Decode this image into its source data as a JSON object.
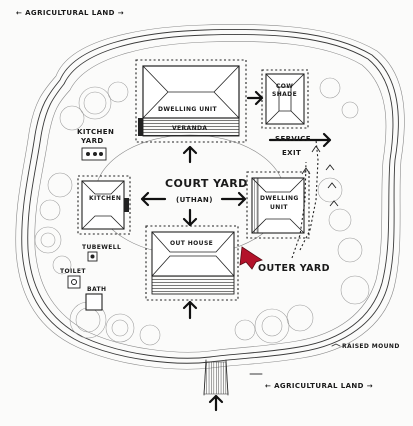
{
  "labels": {
    "agri_top": "← AGRICULTURAL LAND →",
    "dwelling_top": "DWELLING UNIT",
    "veranda": "VERANDA",
    "cow_shade_1": "COW",
    "cow_shade_2": "SHADE",
    "kitchen_yard_1": "KITCHEN",
    "kitchen_yard_2": "YARD",
    "kitchen": "KITCHEN",
    "service_exit_1": "SERVICE",
    "service_exit_2": "EXIT",
    "courtyard": "COURT YARD",
    "uthan": "(UTHAN)",
    "dwelling_right_1": "DWELLING",
    "dwelling_right_2": "UNIT",
    "tubewell": "TUBEWELL",
    "toilet": "TOILET",
    "bath": "BATH",
    "outhouse": "OUT HOUSE",
    "outer_yard": "OUTER YARD",
    "raised_mound": "RAISED MOUND",
    "agri_bottom": "← AGRICULTURAL LAND →"
  },
  "colors": {
    "entrance_arrow": "#b3122a",
    "ink": "#1a1a1a",
    "paper": "#fbfbfa"
  }
}
